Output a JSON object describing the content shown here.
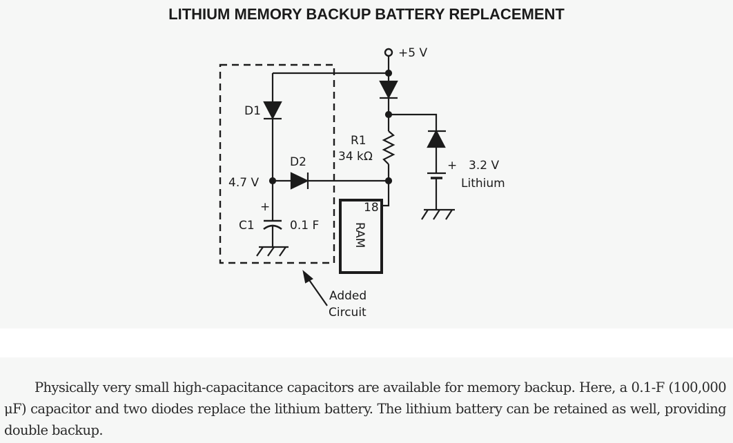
{
  "figure": {
    "title": "LITHIUM MEMORY BACKUP BATTERY REPLACEMENT",
    "labels": {
      "supply": "+5 V",
      "d1": "D1",
      "d2": "D2",
      "node_voltage": "4.7 V",
      "r1_name": "R1",
      "r1_value": "34 kΩ",
      "c1_name": "C1",
      "c1_value": "0.1 F",
      "c1_polarity": "+",
      "battery_polarity": "+",
      "battery_voltage": "3.2 V",
      "battery_type": "Lithium",
      "ram_pin": "18",
      "ram": "RAM",
      "callout_line1": "Added",
      "callout_line2": "Circuit"
    }
  },
  "caption": {
    "text": "Physically very small high-capacitance capacitors are available for memory backup. Here, a 0.1-F (100,000 μF) capacitor and two diodes replace the lithium battery. The lithium battery can be retained as well, providing double backup."
  },
  "colors": {
    "ink": "#1b1b1b",
    "paper": "#f6f7f6"
  }
}
